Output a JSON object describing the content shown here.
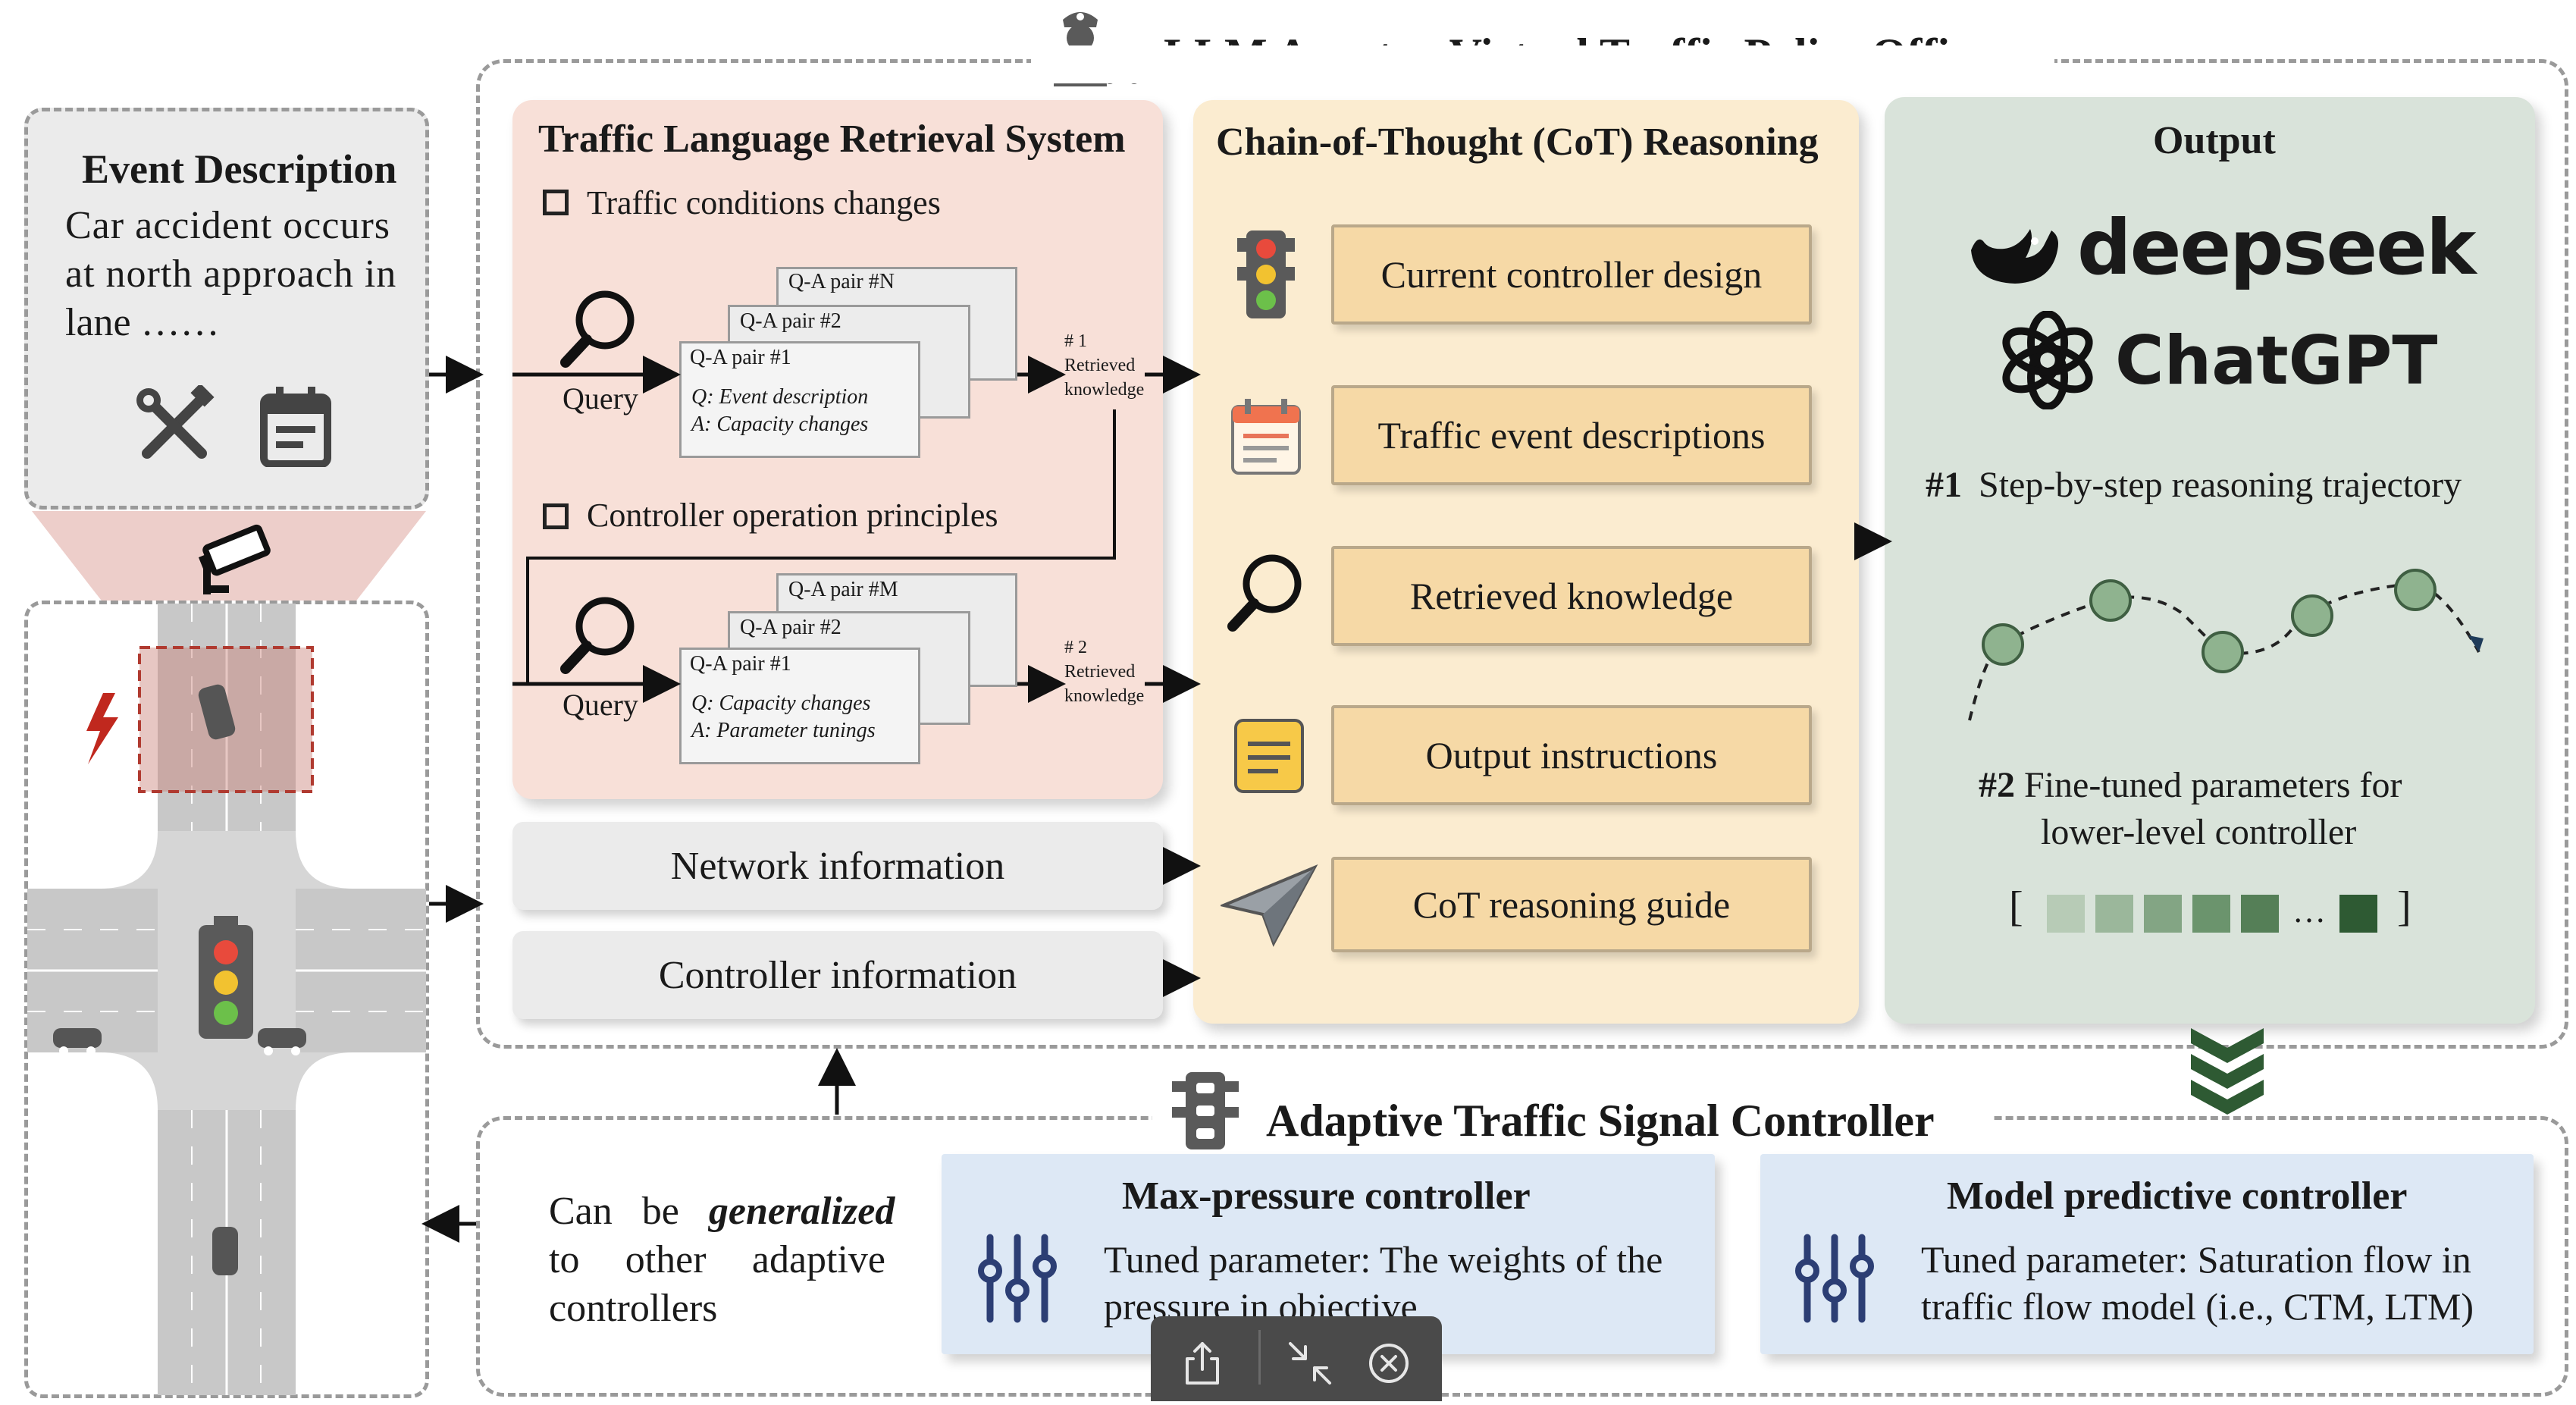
{
  "title": "LLM Agent —Virtual Traffic Police Officer",
  "event": {
    "heading": "Event Description",
    "lines": [
      "Car accident occurs",
      "at north approach in",
      "lane ……"
    ]
  },
  "retrieval": {
    "heading": "Traffic Language Retrieval System",
    "group1": {
      "label": "Traffic conditions changes",
      "query": "Query",
      "pairs": [
        "Q-A pair #N",
        "Q-A pair #2",
        "Q-A pair #1"
      ],
      "q": "Q: Event description",
      "a": "A: Capacity changes",
      "result": [
        "# 1",
        "Retrieved",
        "knowledge"
      ]
    },
    "group2": {
      "label": "Controller operation principles",
      "query": "Query",
      "pairs": [
        "Q-A pair #M",
        "Q-A pair #2",
        "Q-A pair #1"
      ],
      "q": "Q: Capacity changes",
      "a": "A: Parameter tunings",
      "result": [
        "# 2",
        "Retrieved",
        "knowledge"
      ]
    }
  },
  "network_info": "Network information",
  "controller_info": "Controller information",
  "cot": {
    "heading": "Chain-of-Thought (CoT) Reasoning",
    "items": [
      "Current controller design",
      "Traffic event descriptions",
      "Retrieved knowledge",
      "Output instructions",
      "CoT reasoning guide"
    ]
  },
  "output": {
    "heading": "Output",
    "brand1": "deepseek",
    "brand2": "ChatGPT",
    "item1_num": "#1",
    "item1_text": "Step-by-step reasoning trajectory",
    "item2_num": "#2",
    "item2_text1": "Fine-tuned parameters for",
    "item2_text2": "lower-level controller",
    "bracket_open": "[",
    "bracket_close": "]",
    "ellipsis": "…",
    "param_colors": [
      "#b7cbb6",
      "#9bb79b",
      "#83a584",
      "#6b946d",
      "#557f57",
      "#2e5a33"
    ]
  },
  "adaptive": {
    "heading": "Adaptive Traffic Signal Controller",
    "generalize": {
      "w1": "Can",
      "w2": "be",
      "w3": "generalized",
      "line2": [
        "to",
        "other",
        "adaptive"
      ],
      "line3": "controllers"
    },
    "max_pressure": {
      "title": "Max-pressure controller",
      "line1": "Tuned parameter: The weights of the",
      "line2": "pressure in objective"
    },
    "mpc": {
      "title": "Model predictive controller",
      "line1": "Tuned parameter: Saturation flow in",
      "line2": "traffic flow model (i.e., CTM, LTM)"
    }
  },
  "colors": {
    "retrieval_bg": "#f8e0d8",
    "cot_bg": "#fbecd0",
    "output_bg": "#d9e3da",
    "controller_bg": "#dde8f5",
    "accent_green": "#2e5a33"
  },
  "toolbar": {
    "share_icon": "share-icon",
    "collapse_icon": "collapse-icon",
    "close_icon": "close-circle-icon"
  }
}
